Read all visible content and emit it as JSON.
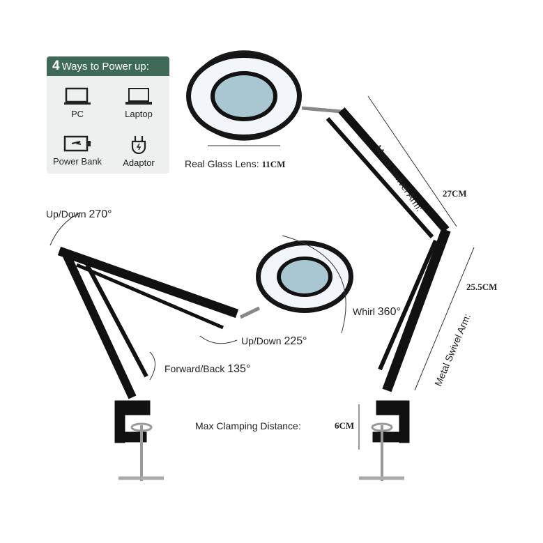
{
  "power_box": {
    "title_num": "4",
    "title": "Ways to Power up:",
    "items": [
      {
        "label": "PC",
        "icon": "monitor-icon"
      },
      {
        "label": "Laptop",
        "icon": "laptop-icon"
      },
      {
        "label": "Power Bank",
        "icon": "battery-icon"
      },
      {
        "label": "Adaptor",
        "icon": "plug-icon"
      }
    ]
  },
  "labels": {
    "lens": "Real Glass Lens:",
    "lens_size": "11CM",
    "arm1": "Metal Swivel Arm:",
    "arm1_size": "27CM",
    "arm2": "Metal Swivel Arm:",
    "arm2_size": "25.5CM",
    "updown1": "Up/Down",
    "updown1_deg": "270°",
    "whirl": "Whirl",
    "whirl_deg": "360°",
    "updown2": "Up/Down",
    "updown2_deg": "225°",
    "fwd": "Forward/Back",
    "fwd_deg": "135°",
    "clamp": "Max Clamping Distance:",
    "clamp_size": "6CM"
  }
}
